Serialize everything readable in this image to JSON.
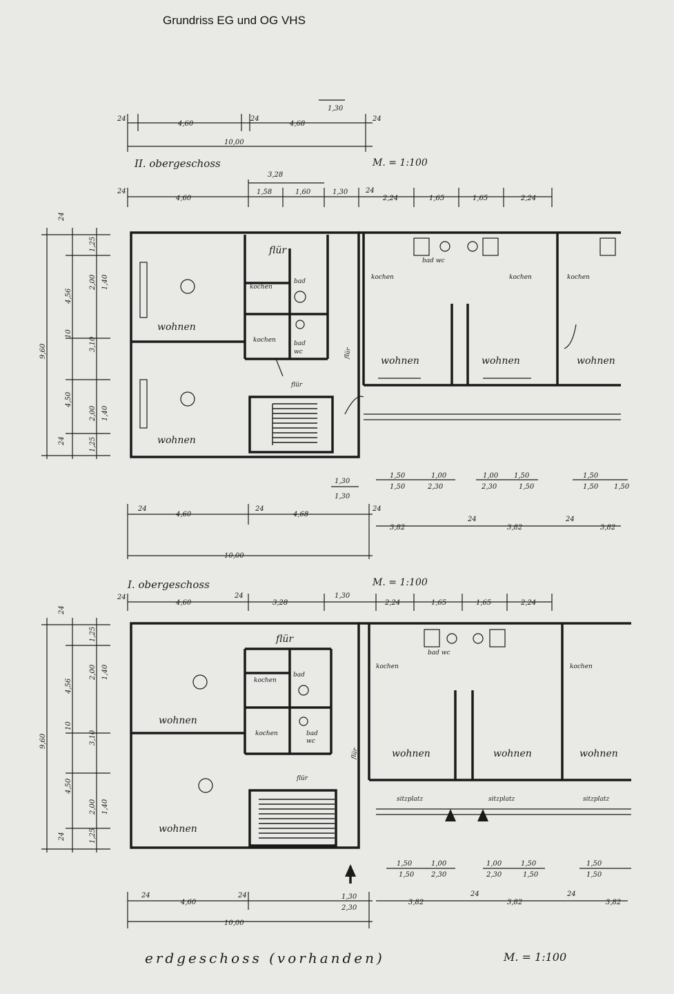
{
  "header": {
    "title": "Grundriss EG und OG VHS"
  },
  "plan_upper2": {
    "floor_label": "II. obergeschoss",
    "scale": "M. = 1:100",
    "dim_top": [
      "24",
      "4,60",
      "24",
      "4,68",
      "24",
      "1,30",
      "10,00"
    ],
    "dim_row2": [
      "24",
      "4,60",
      "1,58",
      "1,60",
      "1,30",
      "24",
      "2,24",
      "1,65",
      "1,65",
      "2,24",
      "3,28"
    ],
    "dim_left": [
      "24",
      "1,25",
      "2,00",
      "1,40",
      "4,56",
      "10",
      "3,10",
      "4,50",
      "2,00",
      "1,40",
      "1,25",
      "24",
      "9,60"
    ],
    "rooms": {
      "flur": "flür",
      "kochen1": "kochen",
      "kochen2": "kochen",
      "bad1": "bad",
      "bad2": "bad",
      "wc": "wc",
      "wohnen_a": "wohnen",
      "wohnen_b": "wohnen",
      "flur2": "flür",
      "flur3": "flür",
      "kochen3": "kochen",
      "kochen4": "kochen",
      "kochen5": "kochen",
      "badwc": "bad wc",
      "wohnen_c": "wohnen",
      "wohnen_d": "wohnen",
      "wohnen_e": "wohnen"
    },
    "dim_bottom": [
      "1,30",
      "1,30",
      "24",
      "4,60",
      "24",
      "4,68",
      "24",
      "10,00",
      "1,50",
      "1,00",
      "1,50",
      "2,30",
      "1,00",
      "1,50",
      "1,50",
      "2,30",
      "1,50",
      "1,50",
      "1,50",
      "3,82",
      "24",
      "3,82",
      "24",
      "3,82"
    ]
  },
  "plan_upper1": {
    "floor_label": "I. obergeschoss",
    "scale": "M. = 1:100",
    "dim_top": [
      "24",
      "4,60",
      "24",
      "3,28",
      "1,30",
      "2,24",
      "1,65",
      "1,65",
      "2,24"
    ],
    "dim_left": [
      "24",
      "1,25",
      "2,00",
      "1,40",
      "4,56",
      "10",
      "3,10",
      "9,60",
      "4,50",
      "2,00",
      "1,40",
      "1,25",
      "24"
    ],
    "rooms": {
      "flur": "flür",
      "kochen1": "kochen",
      "kochen2": "kochen",
      "bad1": "bad",
      "bad2": "bad",
      "wc": "wc",
      "wohnen_a": "wohnen",
      "wohnen_b": "wohnen",
      "flur2": "flür",
      "flur3": "flür",
      "kochen3": "kochen",
      "kochen4": "kochen",
      "badwc": "bad wc",
      "wohnen_c": "wohnen",
      "wohnen_d": "wohnen",
      "wohnen_e": "wohnen",
      "sitz1": "sitzplatz",
      "sitz2": "sitzplatz",
      "sitz3": "sitzplatz"
    },
    "dim_bottom": [
      "24",
      "4,60",
      "24",
      "1,30",
      "2,30",
      "10,00",
      "1,50",
      "1,00",
      "1,50",
      "2,30",
      "1,00",
      "1,50",
      "2,30",
      "1,50",
      "1,50",
      "1,50",
      "3,82",
      "24",
      "3,82",
      "24",
      "3,82"
    ]
  },
  "footer": {
    "ground_label": "erdgeschoss (vorhanden)",
    "scale": "M. = 1:100"
  }
}
